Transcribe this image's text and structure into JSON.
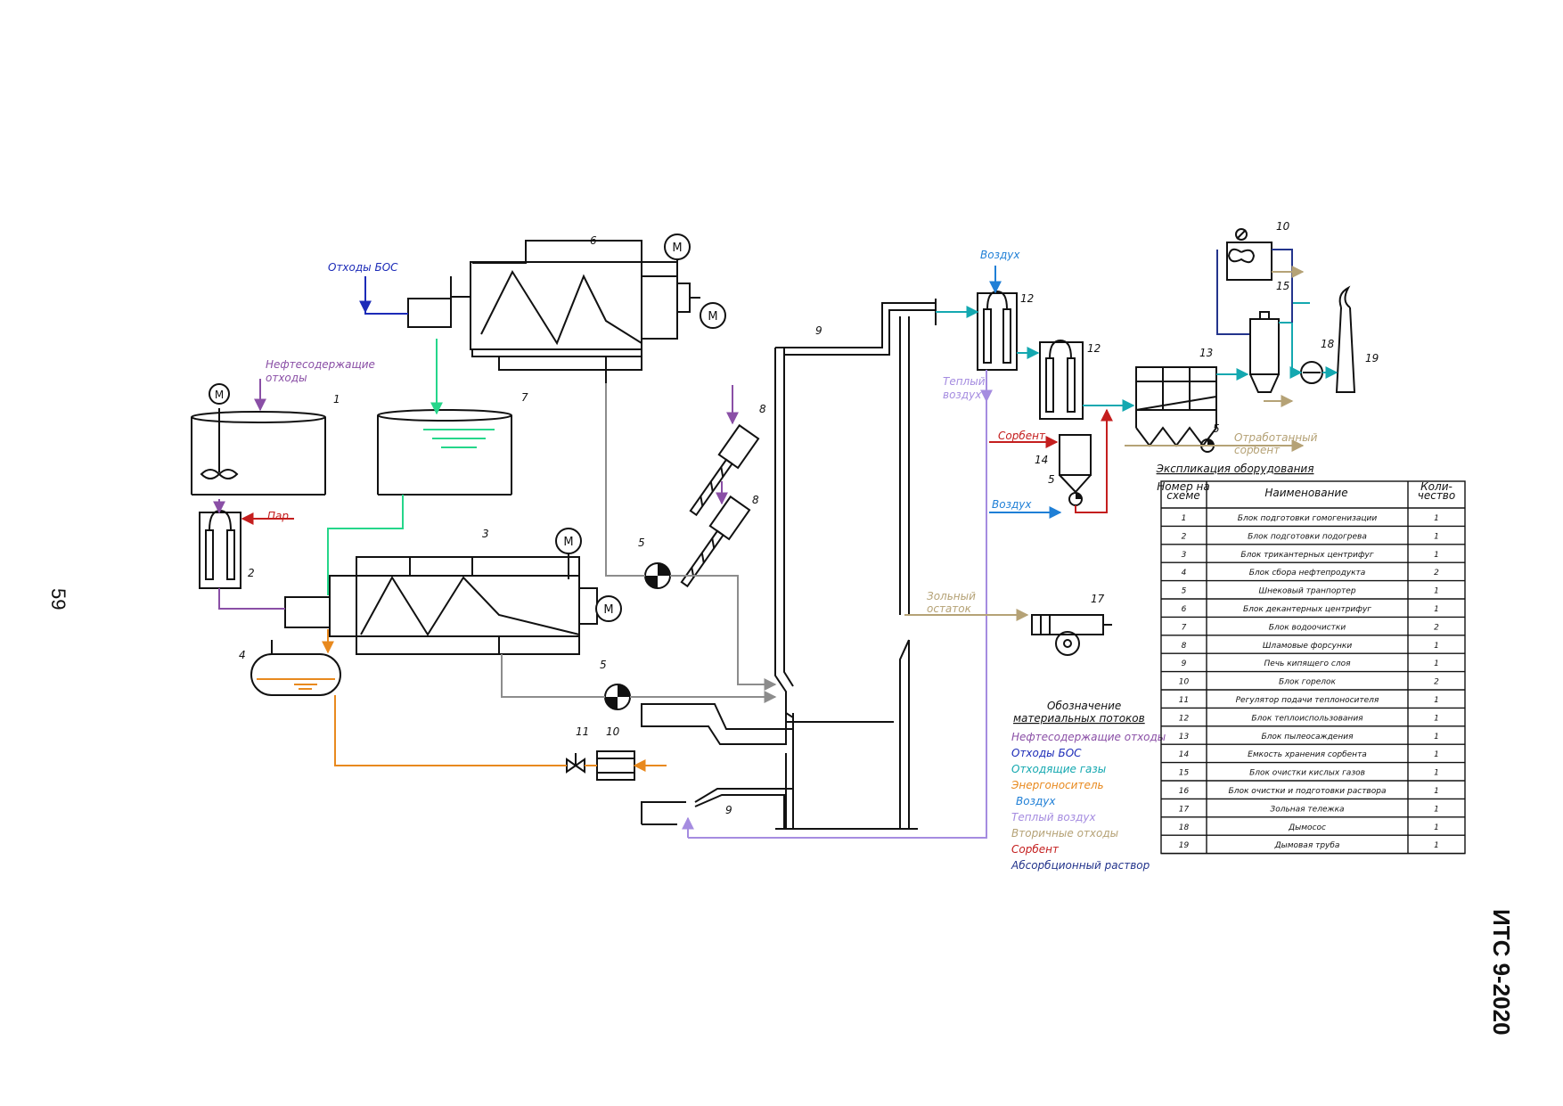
{
  "page": {
    "number": "59",
    "doc_code": "ИТС 9-2020"
  },
  "colors": {
    "oil_waste": "#8a4fa6",
    "bos_waste": "#1c2bb8",
    "flue_gas": "#14a8b0",
    "energy_carrier": "#e8891e",
    "air": "#1f7fd6",
    "warm_air": "#a58ce0",
    "secondary_waste": "#b5a276",
    "sorbent": "#c41e1e",
    "absorption_solution": "#23348c",
    "green_line": "#25d68a",
    "grey_line": "#8c8c8c"
  },
  "flow_labels": {
    "otkhody_bos": "Отходы БОС",
    "neftesoderzh": "Нефтесодержащие",
    "otkhody": "отходы",
    "par": "Пар",
    "vozdukh_top": "Воздух",
    "teply": "Теплый",
    "vozdukh_warm": "воздух",
    "sorbent": "Сорбент",
    "vozdukh_mid": "Воздух",
    "zolny": "Зольный",
    "ostatok": "остаток",
    "otrabotanny": "Отработанный",
    "sorbent2": "сорбент"
  },
  "equipment_numbers": {
    "n1": "1",
    "n2": "2",
    "n3": "3",
    "n4": "4",
    "n5a": "5",
    "n5b": "5",
    "n5c": "5",
    "n5d": "5",
    "n6": "6",
    "n7": "7",
    "n8a": "8",
    "n8b": "8",
    "n9a": "9",
    "n9b": "9",
    "n10a": "10",
    "n10b": "10",
    "n11": "11",
    "n12a": "12",
    "n12b": "12",
    "n13": "13",
    "n14": "14",
    "n15": "15",
    "n17": "17",
    "n18": "18",
    "n19": "19"
  },
  "legend": {
    "title_line1": "Обозначение",
    "title_line2": "материальных потоков",
    "items": [
      {
        "label": "Нефтесодержащие отходы",
        "color": "#8a4fa6"
      },
      {
        "label": "Отходы БОС",
        "color": "#1c2bb8"
      },
      {
        "label": "Отходящие газы",
        "color": "#14a8b0"
      },
      {
        "label": "Энергоноситель",
        "color": "#e8891e"
      },
      {
        "label": "Воздух",
        "color": "#1f7fd6"
      },
      {
        "label": "Теплый воздух",
        "color": "#a58ce0"
      },
      {
        "label": "Вторичные отходы",
        "color": "#b5a276"
      },
      {
        "label": "Сорбент",
        "color": "#c41e1e"
      },
      {
        "label": "Абсорбционный раствор",
        "color": "#23348c"
      }
    ]
  },
  "explication": {
    "title": "Экспликация оборудования",
    "headers": [
      "Номер на схеме",
      "Наименование",
      "Количество"
    ],
    "header_lines": {
      "num1": "Номер на",
      "num2": "схеме",
      "name": "Наименование",
      "qty1": "Коли-",
      "qty2": "чество"
    },
    "rows": [
      {
        "num": "1",
        "name": "Блок подготовки гомогенизации",
        "qty": "1"
      },
      {
        "num": "2",
        "name": "Блок подготовки подогрева",
        "qty": "1"
      },
      {
        "num": "3",
        "name": "Блок трикантерных центрифуг",
        "qty": "1"
      },
      {
        "num": "4",
        "name": "Блок сбора нефтепродукта",
        "qty": "2"
      },
      {
        "num": "5",
        "name": "Шнековый транпортер",
        "qty": "1"
      },
      {
        "num": "6",
        "name": "Блок декантерных центрифуг",
        "qty": "1"
      },
      {
        "num": "7",
        "name": "Блок водоочистки",
        "qty": "2"
      },
      {
        "num": "8",
        "name": "Шламовые форсунки",
        "qty": "1"
      },
      {
        "num": "9",
        "name": "Печь кипящего слоя",
        "qty": "1"
      },
      {
        "num": "10",
        "name": "Блок горелок",
        "qty": "2"
      },
      {
        "num": "11",
        "name": "Регулятор подачи теплоносителя",
        "qty": "1"
      },
      {
        "num": "12",
        "name": "Блок теплоиспользования",
        "qty": "1"
      },
      {
        "num": "13",
        "name": "Блок пылеосаждения",
        "qty": "1"
      },
      {
        "num": "14",
        "name": "Емкость хранения сорбента",
        "qty": "1"
      },
      {
        "num": "15",
        "name": "Блок очистки кислых газов",
        "qty": "1"
      },
      {
        "num": "16",
        "name": "Блок очистки и подготовки раствора",
        "qty": "1"
      },
      {
        "num": "17",
        "name": "Зольная тележка",
        "qty": "1"
      },
      {
        "num": "18",
        "name": "Дымосос",
        "qty": "1"
      },
      {
        "num": "19",
        "name": "Дымовая труба",
        "qty": "1"
      }
    ]
  }
}
